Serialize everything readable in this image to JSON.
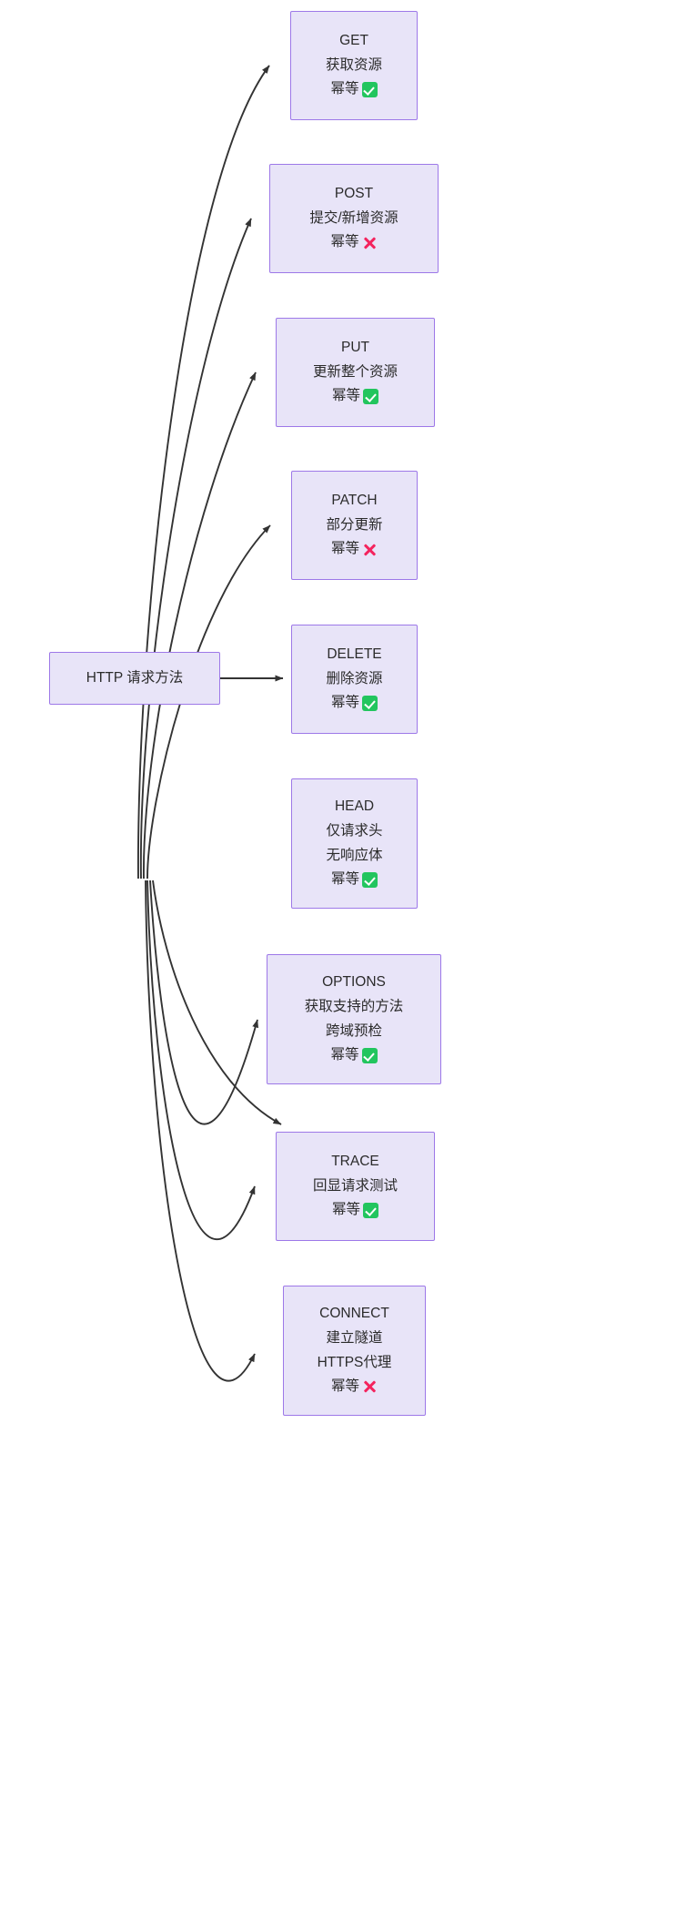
{
  "diagram": {
    "title": "HTTP 请求方法",
    "type": "flowchart",
    "direction": "left-to-right",
    "idempotent_label": "幂等",
    "marks": {
      "yes": "✅",
      "no": "❌"
    },
    "colors": {
      "node_fill": "#e8e4f8",
      "node_border": "#9d78e8",
      "edge": "#333333",
      "text": "#2b2b2b",
      "yes_mark": "#22c55e",
      "no_mark": "#f4245e"
    },
    "root": {
      "id": "root",
      "label": "HTTP 请求方法"
    },
    "nodes": [
      {
        "id": "get",
        "method": "GET",
        "desc1": "获取资源",
        "desc2": "",
        "idempotent_label": "幂等",
        "idempotent": true,
        "mark": "✅"
      },
      {
        "id": "post",
        "method": "POST",
        "desc1": "提交/新增资源",
        "desc2": "",
        "idempotent_label": "幂等",
        "idempotent": false,
        "mark": "❌"
      },
      {
        "id": "put",
        "method": "PUT",
        "desc1": "更新整个资源",
        "desc2": "",
        "idempotent_label": "幂等",
        "idempotent": true,
        "mark": "✅"
      },
      {
        "id": "patch",
        "method": "PATCH",
        "desc1": "部分更新",
        "desc2": "",
        "idempotent_label": "幂等",
        "idempotent": false,
        "mark": "❌"
      },
      {
        "id": "delete",
        "method": "DELETE",
        "desc1": "删除资源",
        "desc2": "",
        "idempotent_label": "幂等",
        "idempotent": true,
        "mark": "✅"
      },
      {
        "id": "head",
        "method": "HEAD",
        "desc1": "仅请求头",
        "desc2": "无响应体",
        "idempotent_label": "幂等",
        "idempotent": true,
        "mark": "✅"
      },
      {
        "id": "options",
        "method": "OPTIONS",
        "desc1": "获取支持的方法",
        "desc2": "跨域预检",
        "idempotent_label": "幂等",
        "idempotent": true,
        "mark": "✅"
      },
      {
        "id": "trace",
        "method": "TRACE",
        "desc1": "回显请求测试",
        "desc2": "",
        "idempotent_label": "幂等",
        "idempotent": true,
        "mark": "✅"
      },
      {
        "id": "connect",
        "method": "CONNECT",
        "desc1": "建立隧道",
        "desc2": "HTTPS代理",
        "idempotent_label": "幂等",
        "idempotent": false,
        "mark": "❌"
      }
    ]
  }
}
